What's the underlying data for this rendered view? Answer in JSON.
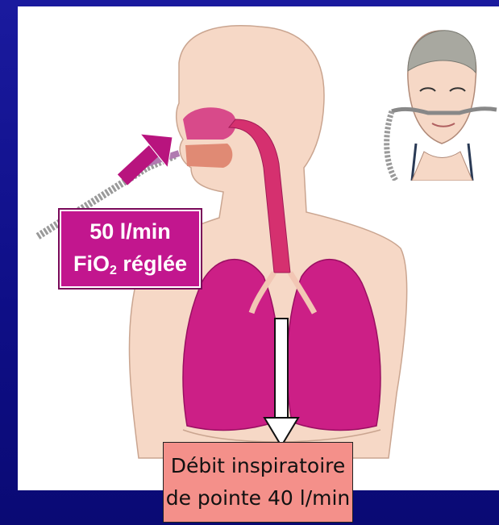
{
  "flow_label": {
    "line1": "50 l/min",
    "fio2_main": "FiO",
    "fio2_sub": "2",
    "fio2_suffix": " réglée"
  },
  "peak_flow_label": {
    "line1": "Débit inspiratoire",
    "line2": "de pointe 40 l/min"
  },
  "colors": {
    "background": "#10108e",
    "lung": "#cc1f86",
    "skin": "#f6d8c6",
    "arrow_magenta": "#b8147e",
    "peak_box": "#f4908a"
  },
  "icons": {
    "flow_arrow": "magenta-arrow-icon",
    "down_arrow": "down-arrow-icon"
  }
}
